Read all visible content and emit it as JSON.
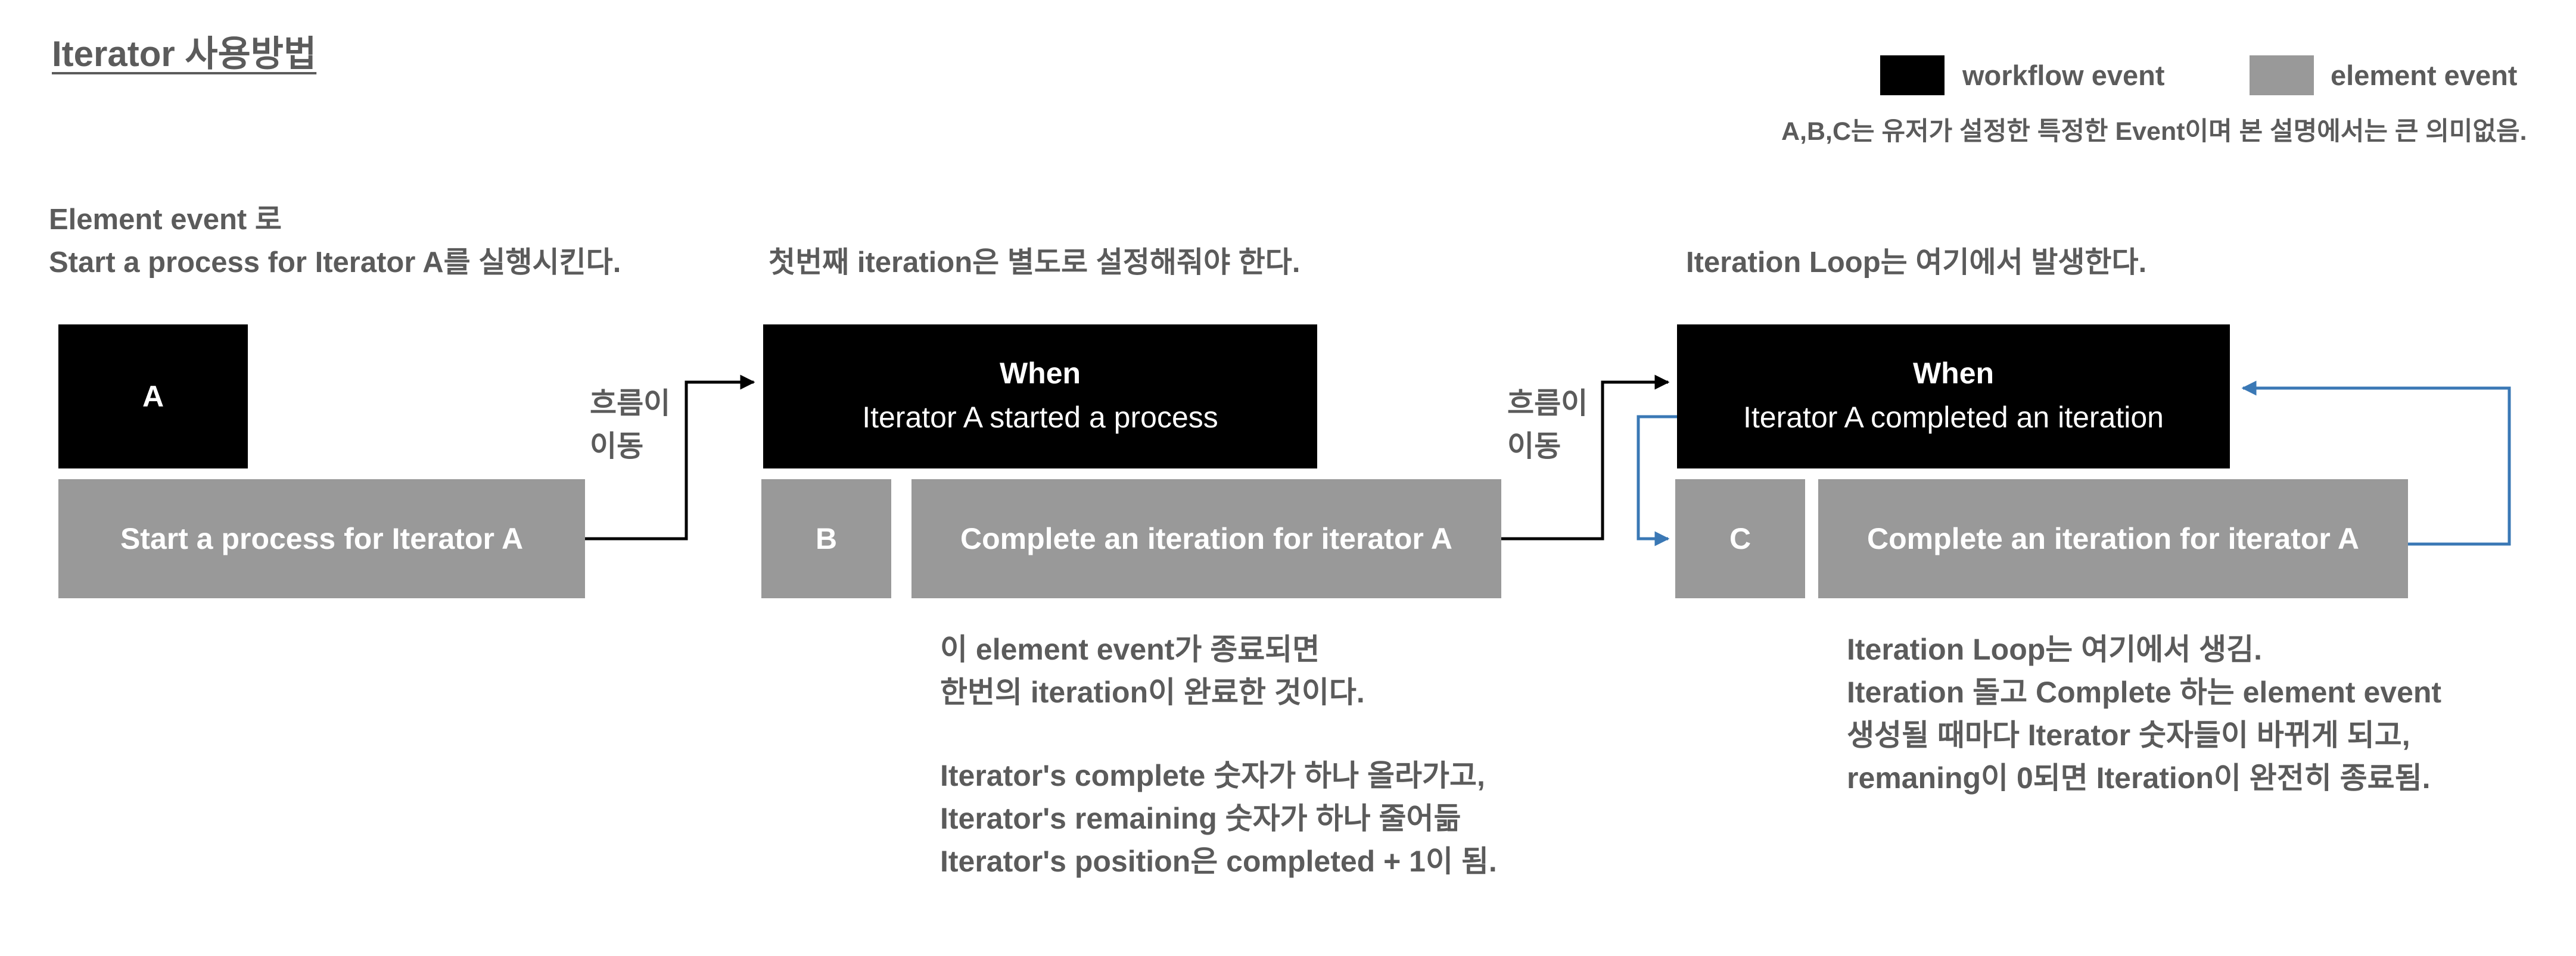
{
  "title": "Iterator 사용방법",
  "legend": {
    "workflow_event": {
      "label": "workflow event",
      "color": "#000000"
    },
    "element_event": {
      "label": "element event",
      "color": "#999999"
    },
    "note": "A,B,C는 유저가 설정한 특정한 Event이며 본 설명에서는 큰 의미없음."
  },
  "captions": {
    "col1": "Element event 로\nStart a process for Iterator A를 실행시킨다.",
    "col2": "첫번째 iteration은 별도로 설정해줘야 한다.",
    "col3": "Iteration Loop는 여기에서 발생한다."
  },
  "boxes": {
    "a": {
      "label": "A"
    },
    "start_process": {
      "label": "Start a process for Iterator A"
    },
    "when1": {
      "heading": "When",
      "text": "Iterator A started a process"
    },
    "b": {
      "label": "B"
    },
    "complete1": {
      "label": "Complete an iteration for iterator A"
    },
    "when2": {
      "heading": "When",
      "text": "Iterator A completed an iteration"
    },
    "c": {
      "label": "C"
    },
    "complete2": {
      "label": "Complete an iteration for iterator A"
    }
  },
  "flow_labels": {
    "flow1": {
      "line1": "흐름이",
      "line2": "이동"
    },
    "flow2": {
      "line1": "흐름이",
      "line2": "이동"
    }
  },
  "descriptions": {
    "middle": {
      "lines1": [
        "이 element event가 종료되면",
        "한번의 iteration이 완료한 것이다."
      ],
      "lines2": [
        "Iterator's complete 숫자가 하나 올라가고,",
        "Iterator's remaining 숫자가 하나 줄어듦",
        "Iterator's position은 completed + 1이 됨."
      ]
    },
    "right": {
      "lines": [
        "Iteration Loop는 여기에서 생김.",
        "Iteration 돌고 Complete 하는 element event",
        "생성될 때마다 Iterator 숫자들이 바뀌게 되고,",
        "remaning이 0되면 Iteration이 완전히 종료됨."
      ]
    }
  },
  "colors": {
    "workflow": "#000000",
    "element": "#999999",
    "loop_arrow": "#3a78b5",
    "text": "#5b5b5b"
  }
}
